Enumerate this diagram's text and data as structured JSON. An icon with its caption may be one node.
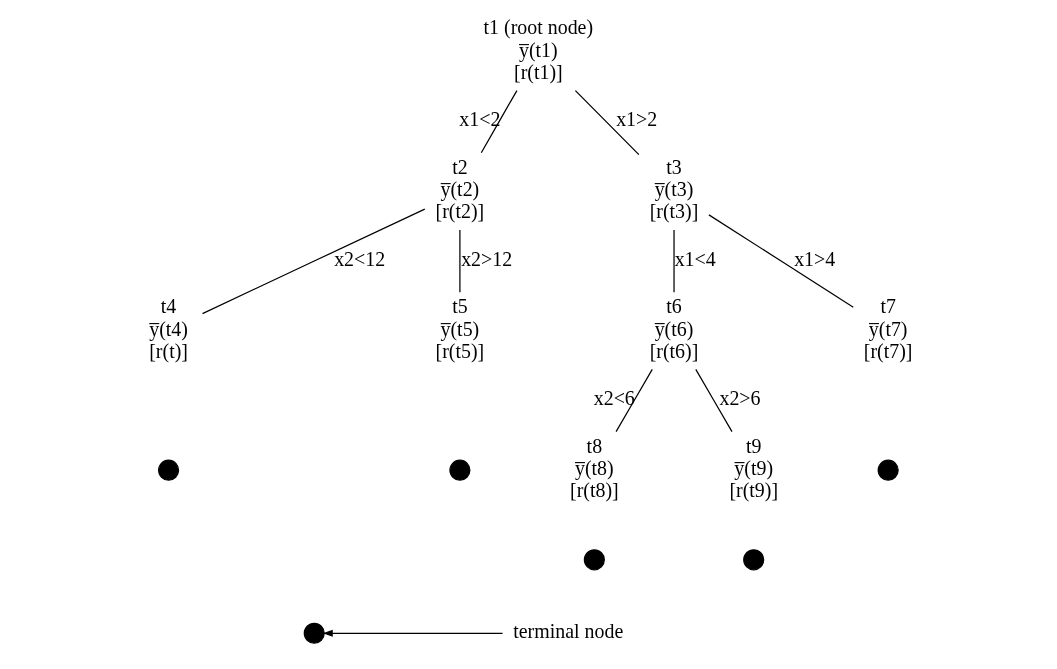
{
  "diagram": {
    "nodes": [
      {
        "text": [
          "t1 (root node)",
          "y̅(t1)",
          "[r(t1)]"
        ]
      },
      {
        "text": [
          "t2",
          "y̅(t2)",
          "[r(t2)]"
        ]
      },
      {
        "text": [
          "t3",
          "y̅(t3)",
          "[r(t3)]"
        ]
      },
      {
        "text": [
          "t4",
          "y̅(t4)",
          "[r(t)]"
        ]
      },
      {
        "text": [
          "t5",
          "y̅(t5)",
          "[r(t5)]"
        ]
      },
      {
        "text": [
          "t6",
          "y̅(t6)",
          "[r(t6)]"
        ]
      },
      {
        "text": [
          "t7",
          "y̅(t7)",
          "[r(t7)]"
        ]
      },
      {
        "text": [
          "t8",
          "y̅(t8)",
          "[r(t8)]"
        ]
      },
      {
        "text": [
          "t9",
          "y̅(t9)",
          "[r(t9)]"
        ]
      },
      {
        "text": [],
        "shape": "circle"
      },
      {
        "text": [],
        "shape": "circle"
      },
      {
        "text": [],
        "shape": "circle"
      },
      {
        "text": [],
        "shape": "circle"
      },
      {
        "text": [],
        "shape": "circle"
      },
      {
        "text": [],
        "shape": "circle"
      }
    ],
    "edges": [
      {
        "from": 0,
        "to": 1,
        "arrow": "none",
        "label": "x1<2"
      },
      {
        "from": 0,
        "to": 2,
        "arrow": "none",
        "label": "x1>2"
      },
      {
        "from": 1,
        "to": 3,
        "arrow": "none",
        "label": "x2<12"
      },
      {
        "from": 1,
        "to": 4,
        "arrow": "none",
        "label": "x2>12"
      },
      {
        "from": 2,
        "to": 5,
        "arrow": "none",
        "label": "x1<4"
      },
      {
        "from": 2,
        "to": 6,
        "arrow": "none",
        "label": "x1>4"
      },
      {
        "from": 5,
        "to": 7,
        "arrow": "none",
        "label": "x2<6"
      },
      {
        "from": 5,
        "to": 8,
        "arrow": "none",
        "label": "x2>6"
      }
    ],
    "legend": [
      {
        "text": "terminal node"
      }
    ]
  }
}
